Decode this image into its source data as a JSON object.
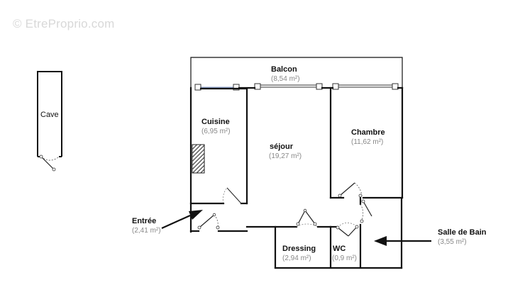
{
  "watermark": "© EtreProprio.com",
  "rooms": {
    "balcon": {
      "name": "Balcon",
      "area": "(8,54 m²)"
    },
    "cuisine": {
      "name": "Cuisine",
      "area": "(6,95 m²)"
    },
    "sejour": {
      "name": "séjour",
      "area": "(19,27 m²)"
    },
    "chambre": {
      "name": "Chambre",
      "area": "(11,62 m²)"
    },
    "entree": {
      "name": "Entrée",
      "area": "(2,41 m²)"
    },
    "dressing": {
      "name": "Dressing",
      "area": "(2,94 m²)"
    },
    "wc": {
      "name": "WC",
      "area": "(0,9 m²)"
    },
    "salle_de_bain": {
      "name": "Salle de Bain",
      "area": "(3,55 m²)"
    },
    "cave": {
      "name": "Cave"
    }
  },
  "colors": {
    "wall": "#111111",
    "window_frame": "#8c9fc8",
    "area_text": "#888888"
  }
}
